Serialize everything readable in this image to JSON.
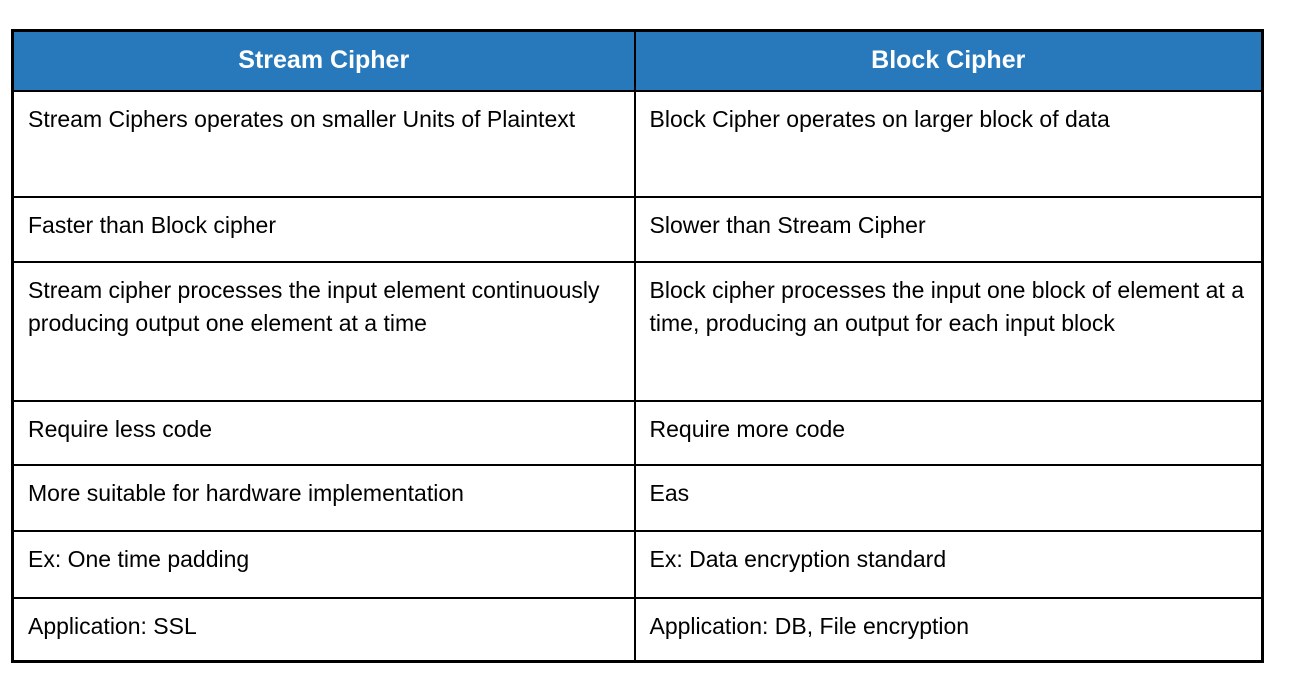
{
  "accent_color": "#2779BC",
  "border_color": "#000000",
  "table": {
    "headers": [
      "Stream Cipher",
      "Block Cipher"
    ],
    "rows": [
      [
        "Stream Ciphers operates on smaller Units of Plaintext",
        "Block Cipher operates on larger block of data"
      ],
      [
        "Faster than Block cipher",
        "Slower than Stream Cipher"
      ],
      [
        "Stream cipher processes the input element continuously producing output one element at a time",
        "Block cipher processes the input one block of element at a time, producing an output for each input block"
      ],
      [
        "Require less code",
        "Require more code"
      ],
      [
        "More suitable for hardware implementation",
        "Eas"
      ],
      [
        "Ex: One time padding",
        "Ex: Data encryption standard"
      ],
      [
        "Application: SSL",
        "Application: DB, File encryption"
      ]
    ]
  }
}
